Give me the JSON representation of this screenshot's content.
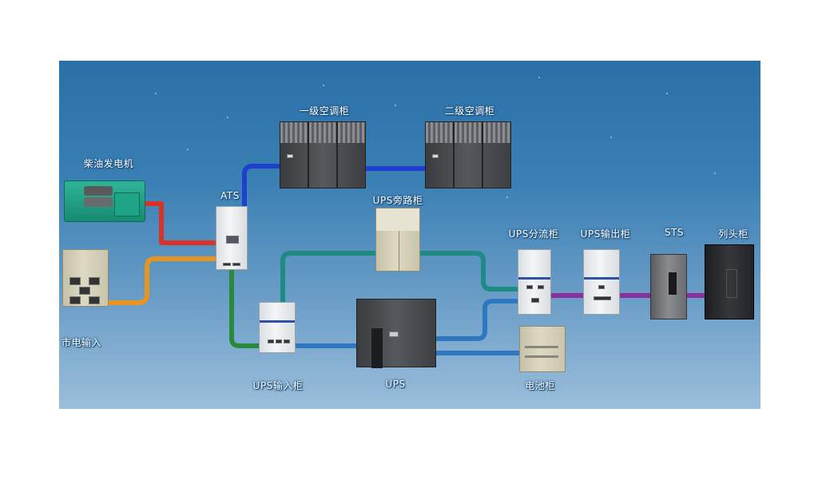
{
  "diagram": {
    "nodes": [
      {
        "id": "diesel-generator",
        "label": "柴油发电机"
      },
      {
        "id": "mains-input",
        "label": "市电输入"
      },
      {
        "id": "ats",
        "label": "ATS"
      },
      {
        "id": "ac-cabinet-1",
        "label": "一级空调柜"
      },
      {
        "id": "ac-cabinet-2",
        "label": "二级空调柜"
      },
      {
        "id": "ups-bypass",
        "label": "UPS旁路柜"
      },
      {
        "id": "ups-input",
        "label": "UPS输入柜"
      },
      {
        "id": "ups",
        "label": "UPS"
      },
      {
        "id": "battery",
        "label": "电池柜"
      },
      {
        "id": "ups-distribution",
        "label": "UPS分流柜"
      },
      {
        "id": "ups-output",
        "label": "UPS输出柜"
      },
      {
        "id": "sts",
        "label": "STS"
      },
      {
        "id": "row-head",
        "label": "列头柜"
      }
    ],
    "edges": [
      {
        "from": "diesel-generator",
        "to": "ats",
        "color": "#d9322a"
      },
      {
        "from": "mains-input",
        "to": "ats",
        "color": "#e8951f"
      },
      {
        "from": "ats",
        "to": "ac-cabinet-1",
        "color": "#1f3fcf"
      },
      {
        "from": "ac-cabinet-1",
        "to": "ac-cabinet-2",
        "color": "#1f3fcf"
      },
      {
        "from": "ats",
        "to": "ups-input",
        "color": "#2a8a3c"
      },
      {
        "from": "ups-input",
        "to": "ups-bypass",
        "color": "#1e8a84"
      },
      {
        "from": "ups-bypass",
        "to": "ups-distribution",
        "color": "#1e8a84"
      },
      {
        "from": "ups-input",
        "to": "ups",
        "color": "#2f77c0"
      },
      {
        "from": "ups",
        "to": "ups-distribution",
        "color": "#2f77c0"
      },
      {
        "from": "ups",
        "to": "battery",
        "color": "#2f77c0"
      },
      {
        "from": "ups-distribution",
        "to": "ups-output",
        "color": "#8a2f9e"
      },
      {
        "from": "ups-output",
        "to": "sts",
        "color": "#8a2f9e"
      },
      {
        "from": "sts",
        "to": "row-head",
        "color": "#8a2f9e"
      }
    ]
  },
  "colors": {
    "background_top": "#2a6fa6",
    "background_bottom": "#9bbedb"
  }
}
